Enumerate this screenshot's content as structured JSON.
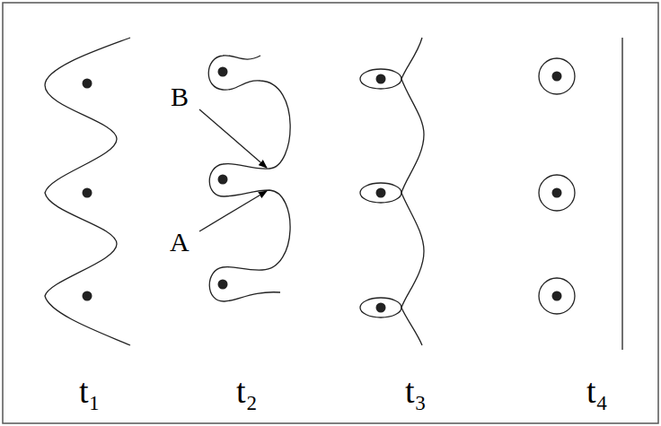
{
  "diagram": {
    "labels": [
      "B",
      "A",
      "t₁",
      "t₂",
      "t₃",
      "t₄"
    ]
  }
}
